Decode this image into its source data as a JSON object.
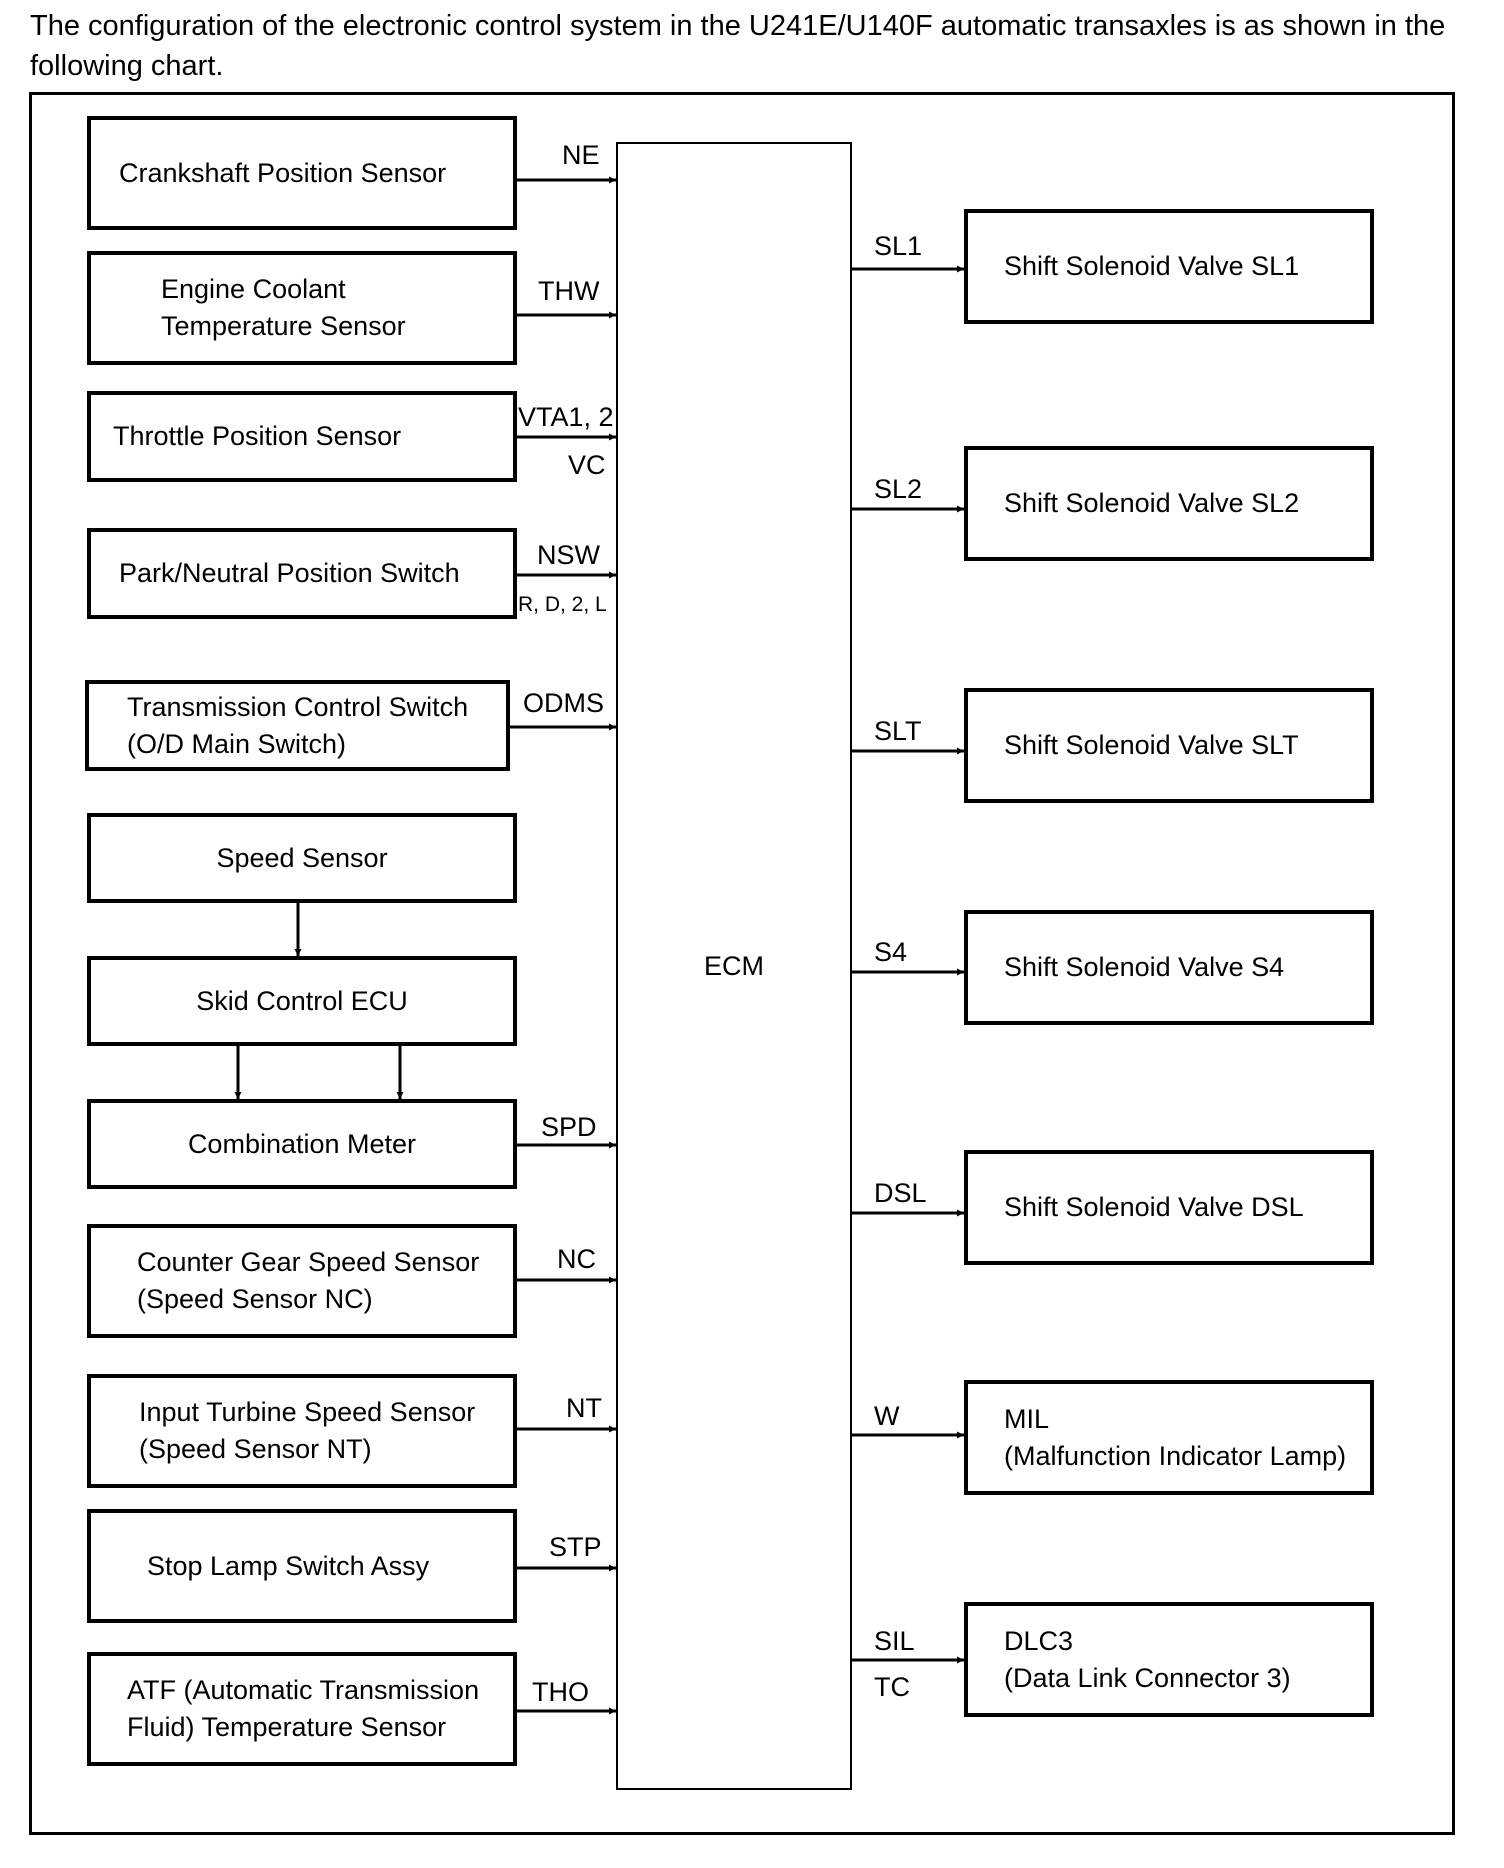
{
  "intro_text": "The configuration of the electronic control system in the U241E/U140F automatic transaxles is as shown in the following chart.",
  "ecm_label": "ECM",
  "inputs": [
    {
      "lines": [
        "Crankshaft Position Sensor"
      ],
      "signal": "NE"
    },
    {
      "lines": [
        "Engine Coolant",
        "Temperature Sensor"
      ],
      "signal": "THW"
    },
    {
      "lines": [
        "Throttle Position Sensor"
      ],
      "signal": "VTA1, 2",
      "signal2": "VC"
    },
    {
      "lines": [
        "Park/Neutral Position Switch"
      ],
      "signal": "NSW",
      "signal2": "R, D, 2, L"
    },
    {
      "lines": [
        "Transmission Control Switch",
        "(O/D Main Switch)"
      ],
      "signal": "ODMS"
    },
    {
      "lines": [
        "Speed Sensor"
      ]
    },
    {
      "lines": [
        "Skid Control ECU"
      ]
    },
    {
      "lines": [
        "Combination Meter"
      ],
      "signal": "SPD"
    },
    {
      "lines": [
        "Counter Gear Speed Sensor",
        "(Speed Sensor NC)"
      ],
      "signal": "NC"
    },
    {
      "lines": [
        "Input Turbine Speed Sensor",
        "(Speed Sensor NT)"
      ],
      "signal": "NT"
    },
    {
      "lines": [
        "Stop Lamp Switch Assy"
      ],
      "signal": "STP"
    },
    {
      "lines": [
        "ATF (Automatic Transmission",
        "Fluid) Temperature Sensor"
      ],
      "signal": "THO"
    }
  ],
  "outputs": [
    {
      "lines": [
        "Shift Solenoid Valve SL1"
      ],
      "signal": "SL1"
    },
    {
      "lines": [
        "Shift Solenoid Valve SL2"
      ],
      "signal": "SL2"
    },
    {
      "lines": [
        "Shift Solenoid Valve SLT"
      ],
      "signal": "SLT"
    },
    {
      "lines": [
        "Shift Solenoid Valve S4"
      ],
      "signal": "S4"
    },
    {
      "lines": [
        "Shift Solenoid Valve DSL"
      ],
      "signal": "DSL"
    },
    {
      "lines": [
        "MIL",
        "(Malfunction Indicator Lamp)"
      ],
      "signal": "W"
    },
    {
      "lines": [
        "DLC3",
        "(Data Link Connector 3)"
      ],
      "signal": "SIL",
      "signal2": "TC"
    }
  ]
}
